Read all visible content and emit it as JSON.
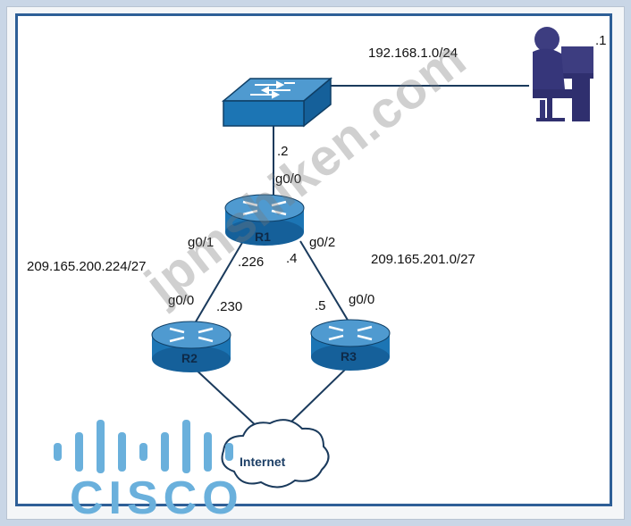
{
  "switch_network": "192.168.1.0/24",
  "pc_host": ".1",
  "r1": {
    "name": "R1",
    "g00_if": "g0/0",
    "g00_ip": ".2",
    "g01_if": "g0/1",
    "g01_ip": ".226",
    "g02_if": "g0/2",
    "g02_ip": ".4"
  },
  "r2": {
    "name": "R2",
    "g00_if": "g0/0",
    "g00_ip": ".230"
  },
  "r3": {
    "name": "R3",
    "g00_if": "g0/0",
    "g00_ip": ".5"
  },
  "link_r1_r2_net": "209.165.200.224/27",
  "link_r1_r3_net": "209.165.201.0/27",
  "internet": "Internet",
  "watermark": "jpmshiken.com",
  "logo": "CISCO",
  "colors": {
    "frame": "#2e5f97",
    "device": "#1c75b4",
    "logo": "#6ab0dc"
  }
}
